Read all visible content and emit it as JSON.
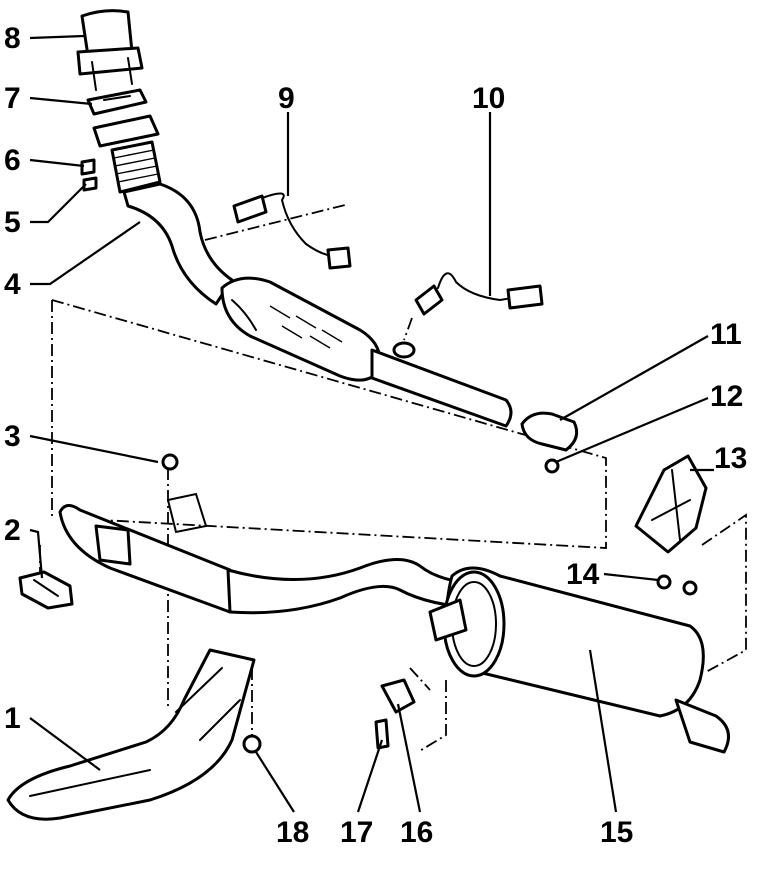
{
  "callouts": [
    {
      "id": "1",
      "text": "1"
    },
    {
      "id": "2",
      "text": "2"
    },
    {
      "id": "3",
      "text": "3"
    },
    {
      "id": "4",
      "text": "4"
    },
    {
      "id": "5",
      "text": "5"
    },
    {
      "id": "6",
      "text": "6"
    },
    {
      "id": "7",
      "text": "7"
    },
    {
      "id": "8",
      "text": "8"
    },
    {
      "id": "9",
      "text": "9"
    },
    {
      "id": "10",
      "text": "10"
    },
    {
      "id": "11",
      "text": "11"
    },
    {
      "id": "12",
      "text": "12"
    },
    {
      "id": "13",
      "text": "13"
    },
    {
      "id": "14",
      "text": "14"
    },
    {
      "id": "15",
      "text": "15"
    },
    {
      "id": "16",
      "text": "16"
    },
    {
      "id": "17",
      "text": "17"
    },
    {
      "id": "18",
      "text": "18"
    }
  ],
  "colors": {
    "ink": "#000000",
    "paper": "#ffffff"
  }
}
